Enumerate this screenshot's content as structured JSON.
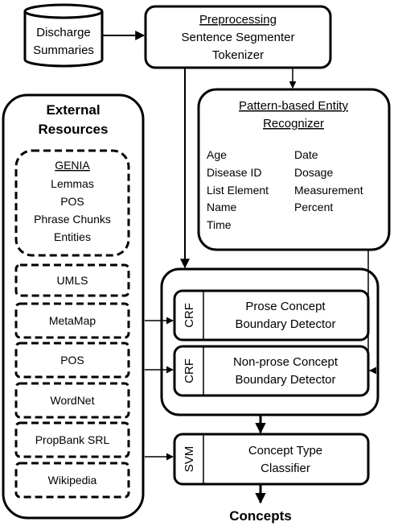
{
  "discharge": {
    "line1": "Discharge",
    "line2": "Summaries"
  },
  "preprocessing": {
    "title": "Preprocessing",
    "line1": "Sentence Segmenter",
    "line2": "Tokenizer"
  },
  "pattern": {
    "title1": "Pattern-based Entity",
    "title2": "Recognizer",
    "left_items": [
      "Age",
      "Disease ID",
      "List Element",
      "Name",
      "Time"
    ],
    "right_items": [
      "Date",
      "Dosage",
      "Measurement",
      "Percent"
    ]
  },
  "external": {
    "title1": "External",
    "title2": "Resources",
    "genia": {
      "title": "GENIA",
      "items": [
        "Lemmas",
        "POS",
        "Phrase Chunks",
        "Entities"
      ]
    },
    "resources": [
      "UMLS",
      "MetaMap",
      "POS",
      "WordNet",
      "PropBank SRL",
      "Wikipedia"
    ]
  },
  "crf1": {
    "tag": "CRF",
    "line1": "Prose Concept",
    "line2": "Boundary Detector"
  },
  "crf2": {
    "tag": "CRF",
    "line1": "Non-prose Concept",
    "line2": "Boundary Detector"
  },
  "svm": {
    "tag": "SVM",
    "line1": "Concept Type",
    "line2": "Classifier"
  },
  "output": {
    "label": "Concepts"
  }
}
